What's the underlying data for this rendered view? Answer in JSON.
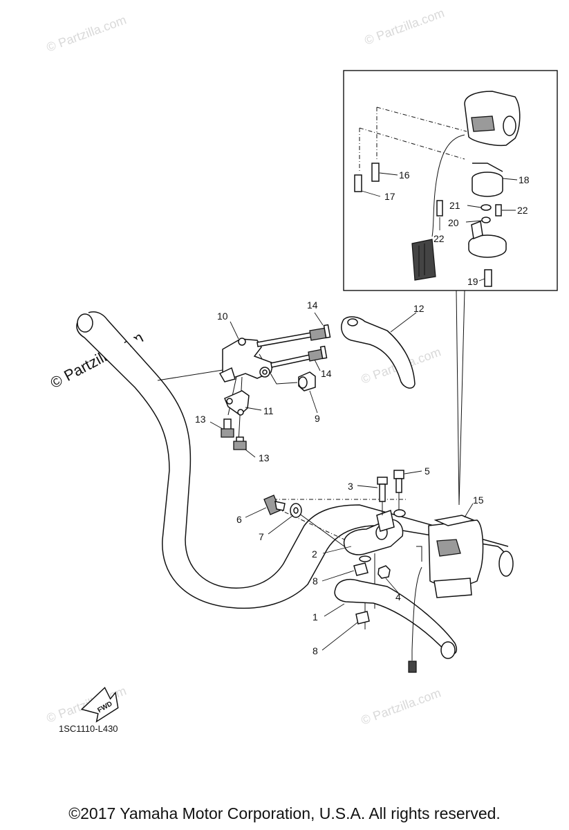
{
  "watermark": "© Partzilla.com",
  "brand_watermark": "© Partzilla.com",
  "diagram_code": "1SC1110-L430",
  "fwd_label": "FWD",
  "copyright": "©2017 Yamaha Motor Corporation, U.S.A. All rights reserved.",
  "callouts": [
    {
      "n": "1"
    },
    {
      "n": "2"
    },
    {
      "n": "3"
    },
    {
      "n": "4"
    },
    {
      "n": "5"
    },
    {
      "n": "6"
    },
    {
      "n": "7"
    },
    {
      "n": "8"
    },
    {
      "n": "8"
    },
    {
      "n": "9"
    },
    {
      "n": "10"
    },
    {
      "n": "11"
    },
    {
      "n": "12"
    },
    {
      "n": "13"
    },
    {
      "n": "13"
    },
    {
      "n": "14"
    },
    {
      "n": "14"
    },
    {
      "n": "15"
    },
    {
      "n": "16"
    },
    {
      "n": "17"
    },
    {
      "n": "18"
    },
    {
      "n": "19"
    },
    {
      "n": "20"
    },
    {
      "n": "21"
    },
    {
      "n": "22"
    },
    {
      "n": "22"
    }
  ]
}
